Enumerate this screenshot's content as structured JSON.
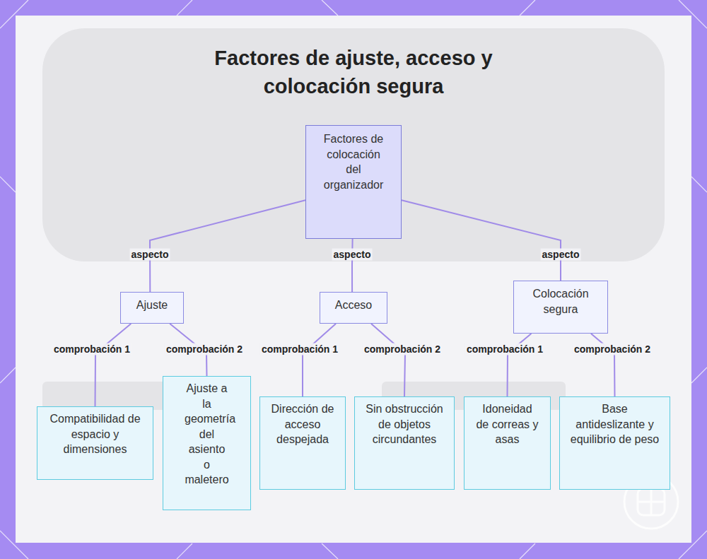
{
  "diagram": {
    "title": "Factores de ajuste, acceso y colocación segura",
    "nodes": [
      {
        "text": [
          "Factores de colocación del organizador"
        ]
      },
      {
        "text": [
          "Ajuste"
        ]
      },
      {
        "text": [
          "Acceso"
        ]
      },
      {
        "text": [
          "Colocación segura"
        ]
      },
      {
        "text": [
          "Compatibilidad de espacio y dimensiones"
        ]
      },
      {
        "text": [
          "Ajuste a la geometría del asiento o maletero"
        ]
      },
      {
        "text": [
          "Dirección de acceso despejada"
        ]
      },
      {
        "text": [
          "Sin obstrucción de objetos circundantes"
        ]
      },
      {
        "text": [
          "Idoneidad de correas y asas"
        ]
      },
      {
        "text": [
          "Base antideslizante y equilibrio de peso"
        ]
      }
    ],
    "edges": [
      {
        "from": 0,
        "to": 1,
        "label": "aspecto",
        "arrow": "none"
      },
      {
        "from": 0,
        "to": 2,
        "label": "aspecto",
        "arrow": "none"
      },
      {
        "from": 0,
        "to": 3,
        "label": "aspecto",
        "arrow": "none"
      },
      {
        "from": 1,
        "to": 4,
        "label": "comprobación 1",
        "arrow": "none"
      },
      {
        "from": 1,
        "to": 5,
        "label": "comprobación 2",
        "arrow": "none"
      },
      {
        "from": 2,
        "to": 6,
        "label": "comprobación 1",
        "arrow": "none"
      },
      {
        "from": 2,
        "to": 7,
        "label": "comprobación 2",
        "arrow": "none"
      },
      {
        "from": 3,
        "to": 8,
        "label": "comprobación 1",
        "arrow": "none"
      },
      {
        "from": 3,
        "to": 9,
        "label": "comprobación 2",
        "arrow": "none"
      }
    ]
  }
}
